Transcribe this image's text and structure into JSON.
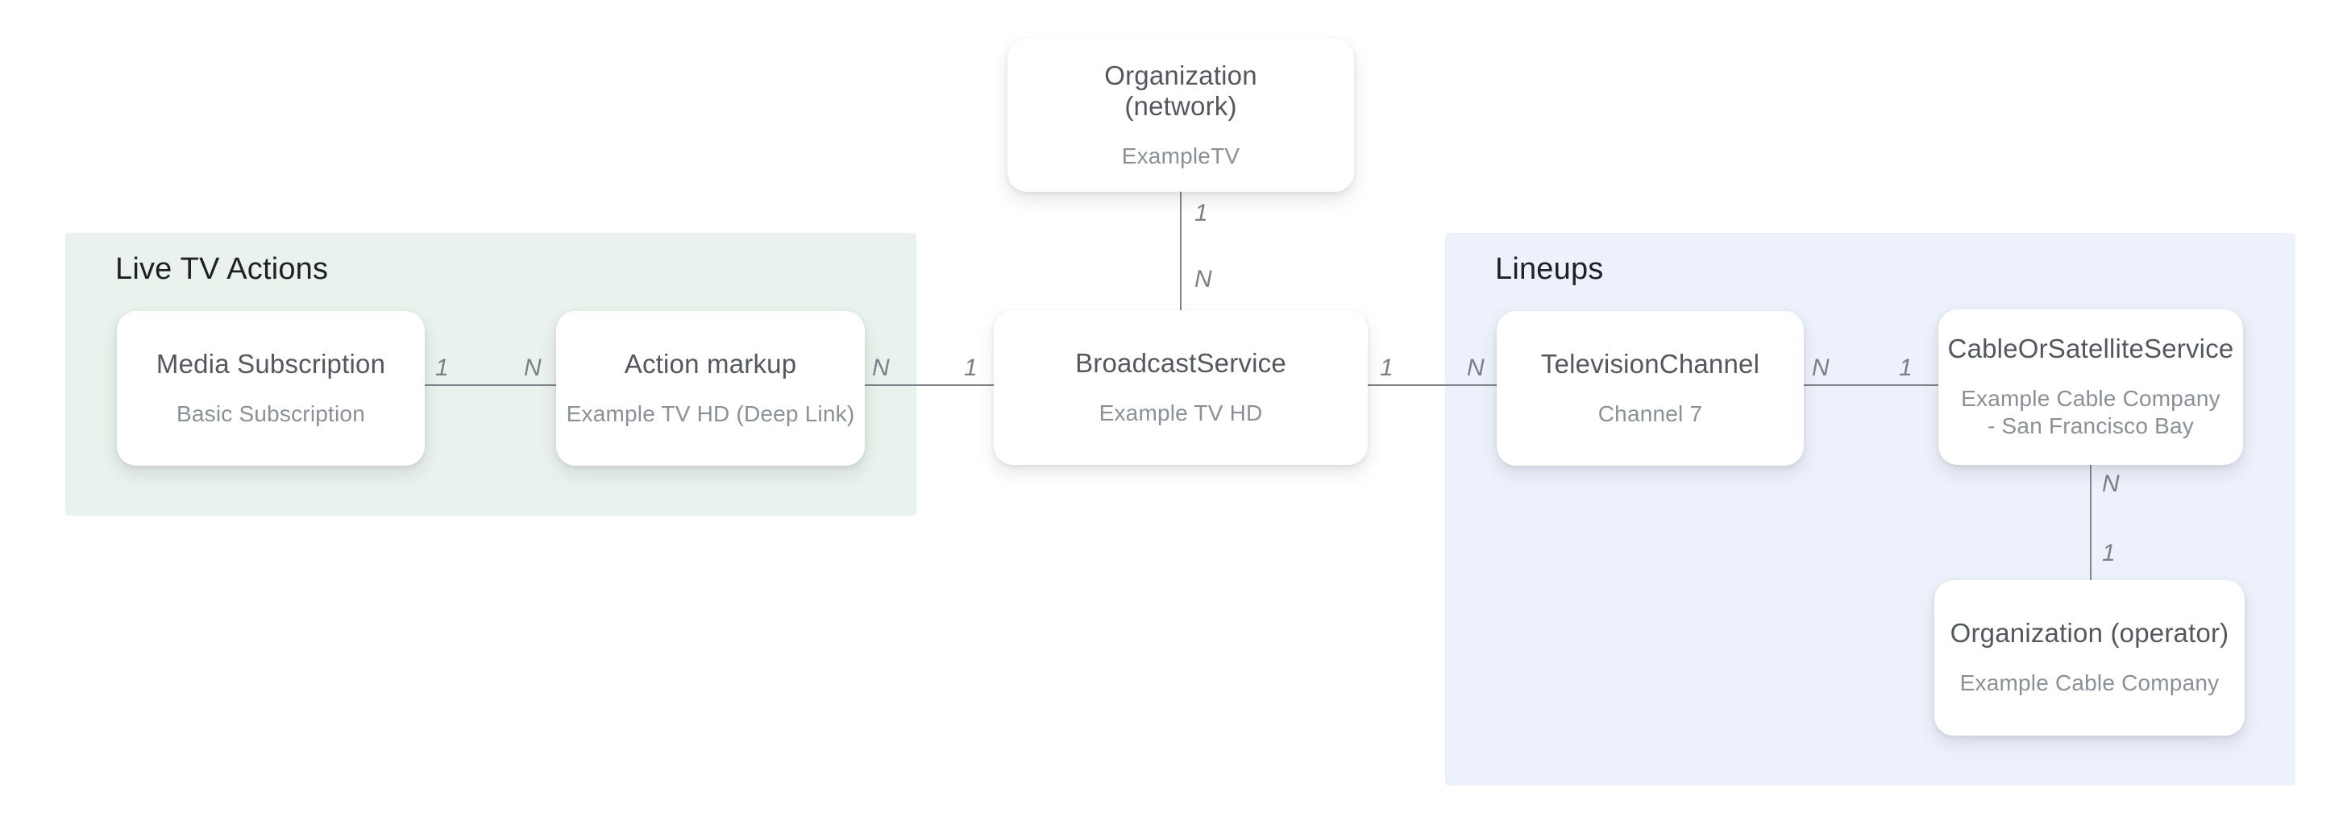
{
  "regions": {
    "live_tv_actions": {
      "label": "Live TV Actions",
      "color": "#e9f2ec"
    },
    "lineups": {
      "label": "Lineups",
      "color": "#edf1fb"
    }
  },
  "nodes": {
    "org_network": {
      "title_line1": "Organization",
      "title_line2": "(network)",
      "subtitle": "ExampleTV"
    },
    "media_subscription": {
      "title": "Media Subscription",
      "subtitle": "Basic Subscription"
    },
    "action_markup": {
      "title": "Action markup",
      "subtitle": "Example TV HD (Deep Link)"
    },
    "broadcast_service": {
      "title": "BroadcastService",
      "subtitle": "Example TV HD"
    },
    "television_channel": {
      "title": "TelevisionChannel",
      "subtitle": "Channel 7"
    },
    "cable_or_satellite_service": {
      "title": "CableOrSatelliteService",
      "subtitle": "Example Cable Company - San Francisco Bay"
    },
    "org_operator": {
      "title": "Organization (operator)",
      "subtitle": "Example Cable Company"
    }
  },
  "edges": {
    "network_to_broadcast": {
      "label_at_network": "1",
      "label_at_broadcast": "N"
    },
    "media_to_action": {
      "label_at_media": "1",
      "label_at_action": "N"
    },
    "action_to_broadcast": {
      "label_at_action": "N",
      "label_at_broadcast": "1"
    },
    "broadcast_to_channel": {
      "label_at_broadcast": "1",
      "label_at_channel": "N"
    },
    "channel_to_cable": {
      "label_at_channel": "N",
      "label_at_cable": "1"
    },
    "cable_to_operator": {
      "label_at_cable": "N",
      "label_at_operator": "1"
    }
  },
  "colors": {
    "background": "#ffffff",
    "region_green": "#e9f2ec",
    "region_blue": "#edf1fb",
    "heading_text": "#202124",
    "node_title_text": "#54585e",
    "node_subtitle_text": "#8a9096",
    "connector_line": "#80868b",
    "cardinality_label_text": "#7b8087"
  }
}
